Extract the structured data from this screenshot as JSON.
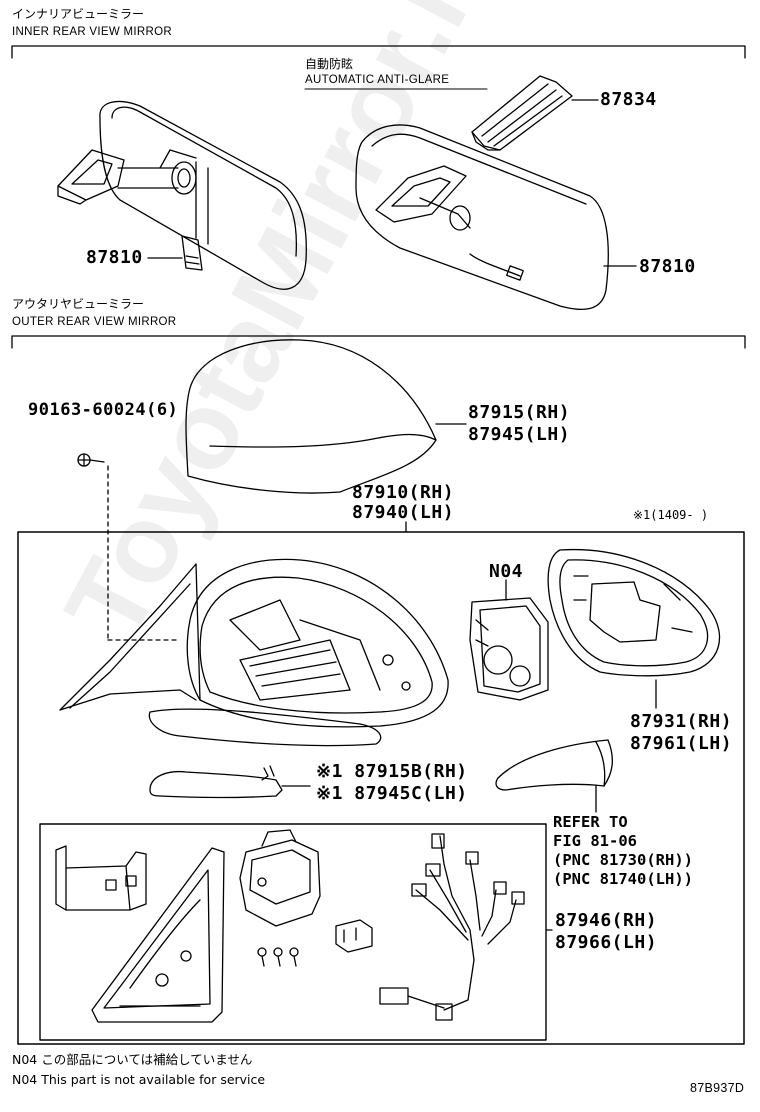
{
  "inner_section": {
    "title_jp": "インナリアビューミラー",
    "title_en": "INNER REAR VIEW MIRROR",
    "auto_label_jp": "自動防眩",
    "auto_label_en": "AUTOMATIC ANTI-GLARE",
    "parts": {
      "p87834": "87834",
      "p87810_left": "87810",
      "p87810_right": "87810"
    }
  },
  "outer_section": {
    "title_jp": "アウタリヤビューミラー",
    "title_en": "OUTER REAR VIEW MIRROR",
    "parts": {
      "screw": "90163-60024(6)",
      "cover_rh": "87915(RH)",
      "cover_lh": "87945(LH)",
      "assy_rh": "87910(RH)",
      "assy_lh": "87940(LH)",
      "note_range": "※1(1409-    )",
      "n04": "N04",
      "glass_rh": "87931(RH)",
      "glass_lh": "87961(LH)",
      "lamp_rh": "※1 87915B(RH)",
      "lamp_lh": "※1 87945C(LH)",
      "refer_1": "REFER TO",
      "refer_2": "FIG 81-06",
      "refer_3": "(PNC 81730(RH))",
      "refer_4": "(PNC 81740(LH))",
      "wire_rh": "87946(RH)",
      "wire_lh": "87966(LH)"
    }
  },
  "footer": {
    "note_jp": "N04 この部品については補給していません",
    "note_en": "N04 This part is not available for service",
    "code": "87B937D"
  },
  "watermark": "ToyotaMirror.ru"
}
